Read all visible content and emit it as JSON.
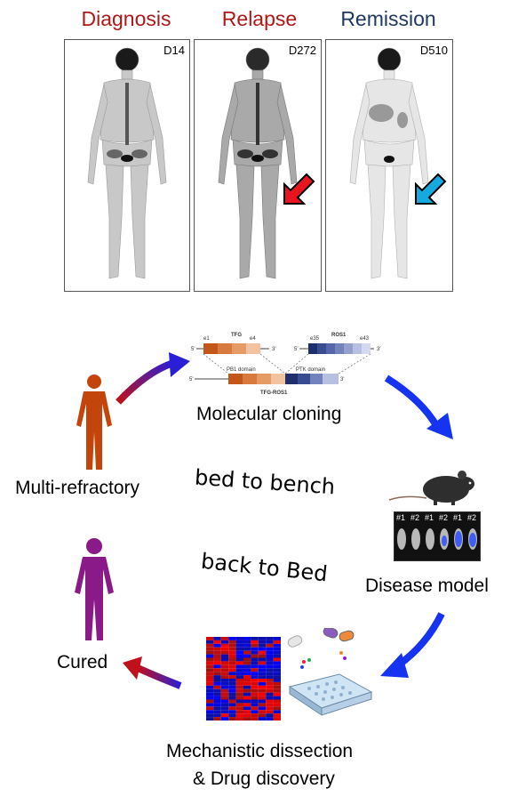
{
  "scans": {
    "headers": [
      {
        "label": "Diagnosis",
        "color": "#b01717"
      },
      {
        "label": "Relapse",
        "color": "#b01717"
      },
      {
        "label": "Remission",
        "color": "#1f3864"
      }
    ],
    "days": [
      "D14",
      "D272",
      "D510"
    ],
    "arrow_colors": {
      "relapse": "#e8141e",
      "remission": "#16a9e0"
    }
  },
  "cycle": {
    "patient_label": "Multi-refractory",
    "cured_label": "Cured",
    "cloning_label": "Molecular cloning",
    "model_label": "Disease model",
    "mech_label_line1": "Mechanistic dissection",
    "mech_label_line2": "& Drug discovery",
    "bed_to_bench": "bed to bench",
    "back_to_bed": "back to Bed",
    "patient_color": "#c4450c",
    "cured_color": "#8a1a87"
  },
  "fusion": {
    "tfg": {
      "name": "TFG",
      "first_exon": "e1",
      "last_exon": "e4"
    },
    "ros1": {
      "name": "ROS1",
      "first_exon": "e35",
      "last_exon": "e43"
    },
    "pb1_domain": "PB1 domain",
    "ptk_domain": "PTK domain",
    "fusion_name": "TFG-ROS1",
    "end5": "5'",
    "end3": "3'"
  },
  "mice": {
    "labels": [
      "#1",
      "#2",
      "#1",
      "#2",
      "#1",
      "#2"
    ]
  }
}
